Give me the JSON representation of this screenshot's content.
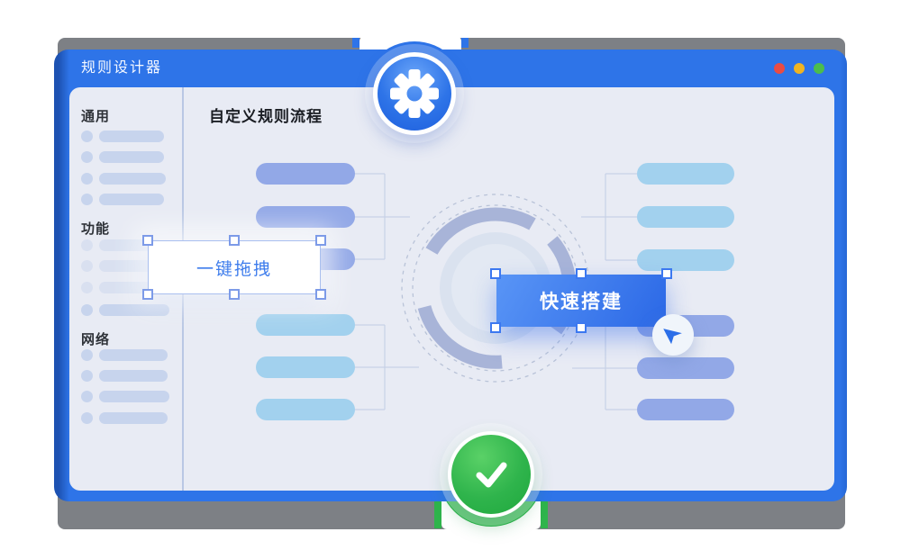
{
  "window": {
    "title": "规则设计器",
    "controls": [
      {
        "name": "close",
        "color": "#EA4C43"
      },
      {
        "name": "minimize",
        "color": "#F0B422"
      },
      {
        "name": "maximize",
        "color": "#4CBD4C"
      }
    ]
  },
  "sidebar": {
    "groups": [
      {
        "label": "通用",
        "rows": 4
      },
      {
        "label": "功能",
        "rows": 4
      },
      {
        "label": "网络",
        "rows": 4
      }
    ]
  },
  "main": {
    "title": "自定义规则流程"
  },
  "overlays": {
    "drag_label": "一键拖拽",
    "build_label": "快速搭建"
  },
  "icons": {
    "gear": "settings-gear",
    "check": "success-check",
    "cursor": "mouse-pointer"
  },
  "colors": {
    "accent_blue": "#2E74E8",
    "success_green": "#2FB44C",
    "backdrop_gray": "#7D8085",
    "panel": "#E8EBF4",
    "pill_periwinkle": "#92A8E7",
    "pill_sky": "#A2D1EE",
    "hub_arc": "#A8B4D8",
    "drag_text_blue": "#3D7CEC",
    "dot_red": "#EA4C43",
    "dot_yellow": "#F0B422",
    "dot_green": "#4CBD4C"
  }
}
